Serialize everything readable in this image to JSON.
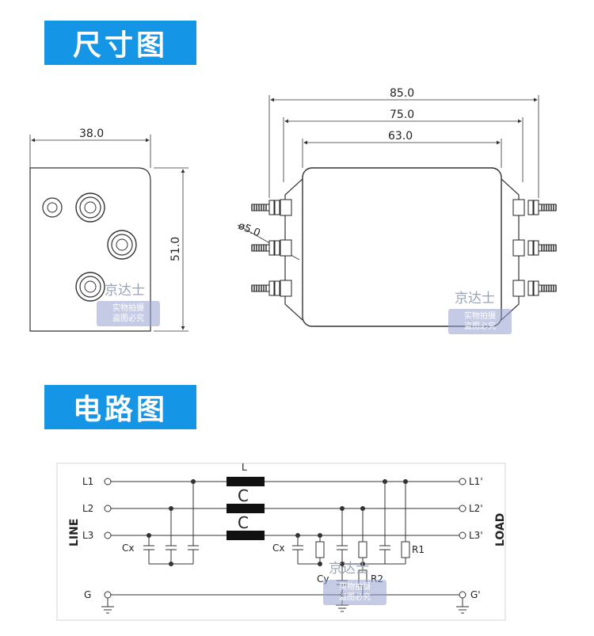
{
  "headings": {
    "dimension_drawing": "尺寸图",
    "circuit_diagram": "电路图"
  },
  "dimensions": {
    "width_side": "38.0",
    "height_side": "51.0",
    "overall_length": "85.0",
    "mount_length": "75.0",
    "body_length": "63.0",
    "hole_diameter": "ø5.0"
  },
  "circuit": {
    "inputs": [
      "L1",
      "L2",
      "L3"
    ],
    "outputs": [
      "L1'",
      "L2'",
      "L3'"
    ],
    "ground_in": "G",
    "ground_out": "G'",
    "inductor": "L",
    "inductor_marks": [
      "C",
      "C"
    ],
    "cx_left": "Cx",
    "cx_right": "Cx",
    "cy": "Cy",
    "r1": "R1",
    "r2": "R2",
    "line_side": "LINE",
    "load_side": "LOAD"
  },
  "watermark": {
    "brand": "京达士",
    "line1": "实物拍摄",
    "line2": "盗图必究"
  }
}
